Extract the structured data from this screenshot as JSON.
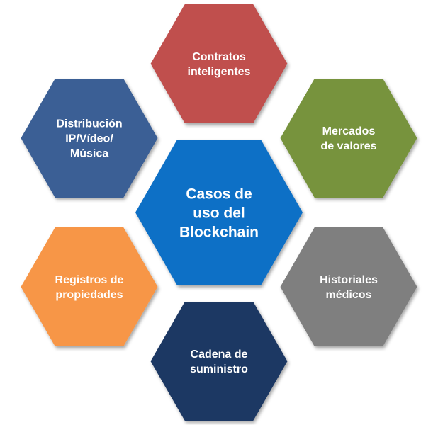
{
  "diagram": {
    "center": {
      "lines": [
        "Casos de",
        "uso del",
        "Blockchain"
      ],
      "color": "#0F6FC6"
    },
    "nodes": [
      {
        "id": "contratos",
        "lines": [
          "Contratos",
          "inteligentes"
        ],
        "color": "#C0504D"
      },
      {
        "id": "mercados",
        "lines": [
          "Mercados",
          "de valores"
        ],
        "color": "#77933C"
      },
      {
        "id": "historiales",
        "lines": [
          "Historiales",
          "médicos"
        ],
        "color": "#7F7F7F"
      },
      {
        "id": "cadena",
        "lines": [
          "Cadena de",
          "suministro"
        ],
        "color": "#1F3864"
      },
      {
        "id": "registros",
        "lines": [
          "Registros de",
          "propiedades"
        ],
        "color": "#F79646"
      },
      {
        "id": "distribucion",
        "lines": [
          "Distribución",
          "IP/Vídeo/",
          "Música"
        ],
        "color": "#3A5F95"
      }
    ]
  }
}
